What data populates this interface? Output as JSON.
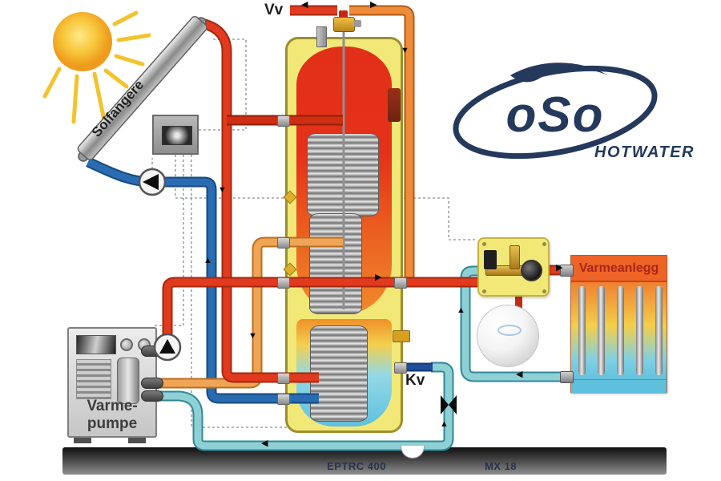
{
  "labels": {
    "vv": "Vv",
    "kv": "Kv",
    "solar_collector": "Solfangere",
    "heat_pump_line1": "Varme-",
    "heat_pump_line2": "pumpe",
    "radiator": "Varmeanlegg"
  },
  "footer": {
    "tank_model": "EPTRC 400",
    "right_model": "MX 18"
  },
  "logo": {
    "brand": "oSo",
    "subtitle": "HOTWATER"
  },
  "arrows": {
    "left": "◀",
    "right": "▶",
    "up": "▲",
    "down": "▼"
  },
  "icons": [
    "sun-icon",
    "solar-collector-panel",
    "controller-box",
    "circulation-pump-icon",
    "heat-pump-unit",
    "storage-tank",
    "heat-exchanger-coil",
    "expansion-vessel",
    "valve-group",
    "check-valve-icon",
    "radiator",
    "flow-arrow",
    "control-wire"
  ],
  "colors": {
    "hot_pipe_red": "#e23a1e",
    "solar_return_blue": "#2a6cb2",
    "warm_pipe_orange": "#ef8c3a",
    "heatpump_orange": "#f0a455",
    "cold_pipe_cyan": "#8fd0d4",
    "cold_inlet_blue": "#1e4f9c",
    "tank_insulation_yellow": "#f2e878",
    "radiator_hot_orange": "#ee6426",
    "logo_navy": "#24395c",
    "sun_yellow": "#f7c73c"
  }
}
